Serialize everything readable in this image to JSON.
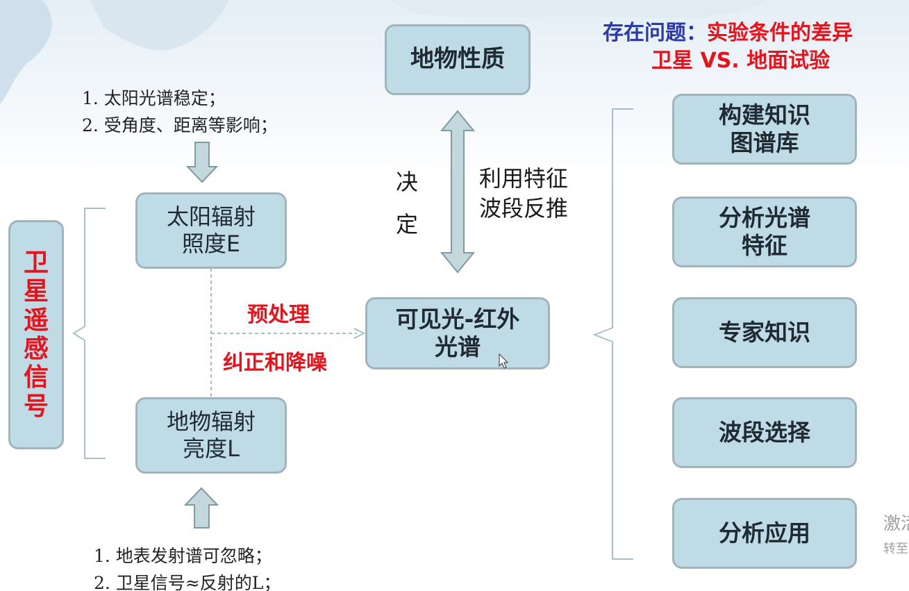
{
  "header": {
    "problem_label": "存在问题：",
    "problem_text": "实验条件的差异",
    "comparison": "卫星 VS. 地面试验"
  },
  "left_signal": {
    "chars": [
      "卫",
      "星",
      "遥",
      "感",
      "信",
      "号"
    ]
  },
  "notes": {
    "top": [
      "1. 太阳光谱稳定；",
      "2. 受角度、距离等影响；"
    ],
    "bottom": [
      "1. 地表发射谱可忽略；",
      "2. 卫星信号≈反射的L；"
    ]
  },
  "boxes": {
    "solar": [
      "太阳辐射",
      "照度E"
    ],
    "ground": [
      "地物辐射",
      "亮度L"
    ],
    "property": "地物性质",
    "spectrum": [
      "可见光-红外",
      "光谱"
    ]
  },
  "labels": {
    "decide": [
      "决",
      "定"
    ],
    "invert": [
      "利用特征",
      "波段反推"
    ],
    "preprocess": "预处理",
    "correction": "纠正和降噪"
  },
  "right_boxes": [
    [
      "构建知识",
      "图谱库"
    ],
    [
      "分析光谱",
      "特征"
    ],
    [
      "专家知识"
    ],
    [
      "波段选择"
    ],
    [
      "分析应用"
    ]
  ],
  "watermark": [
    "激活",
    "转至"
  ],
  "colors": {
    "box_fill": "#bedbe6",
    "box_border": "#9fb4bd",
    "red": "#e8121a",
    "blue": "#2b3aa6",
    "arrow": "#bfd5da"
  }
}
